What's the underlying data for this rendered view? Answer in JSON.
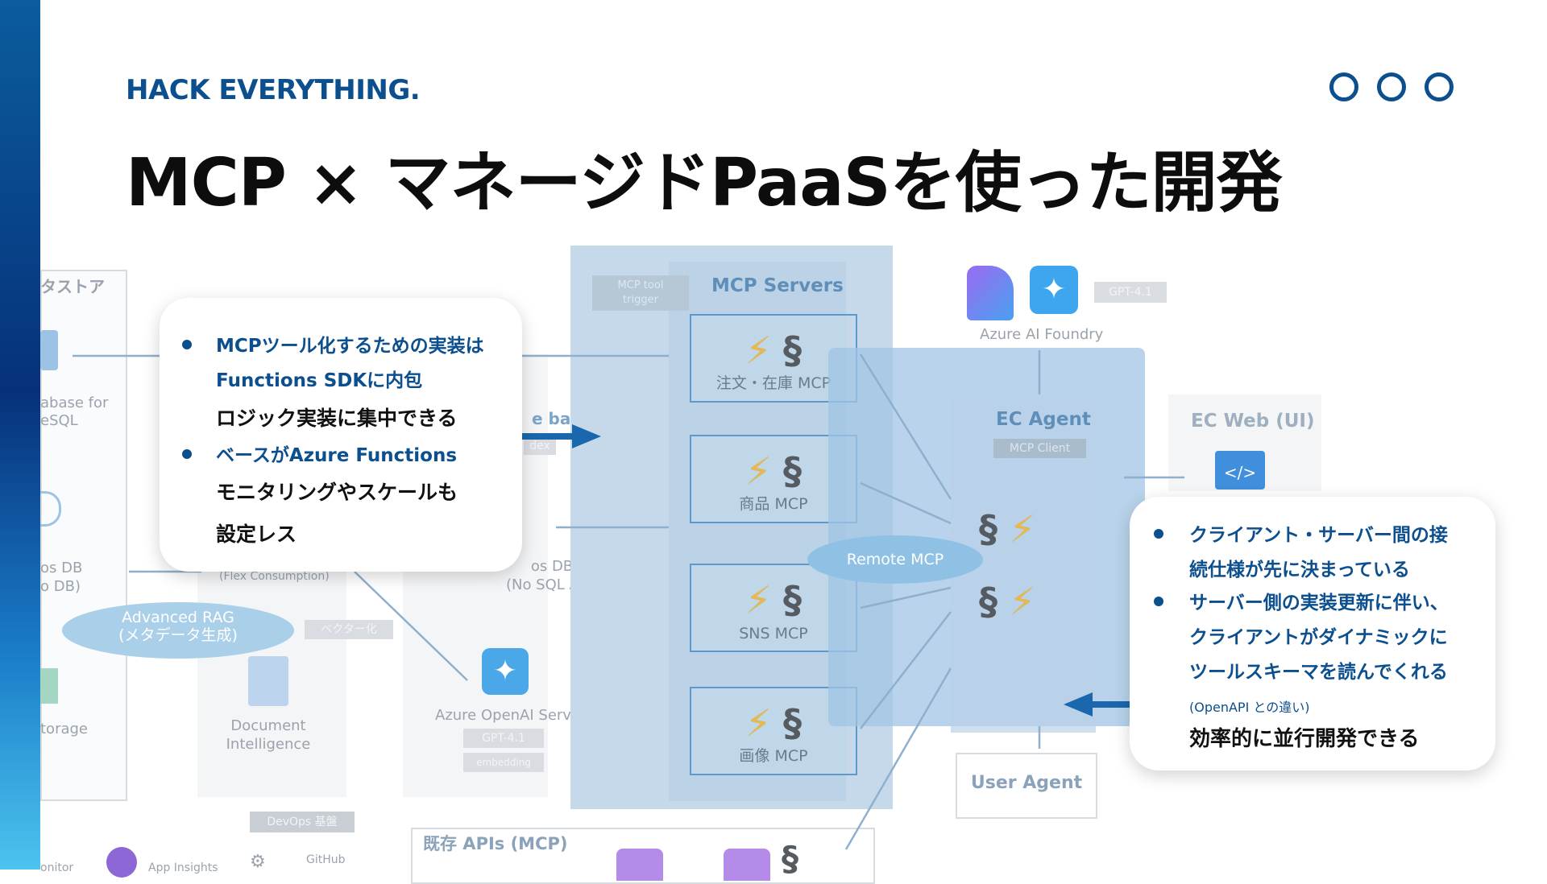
{
  "header": {
    "brand": "HACK EVERYTHING.",
    "title": "MCP × マネージドPaaSを使った開発"
  },
  "colors": {
    "brand": "#0b4f8e",
    "accent_blue": "#1a67ad",
    "panel_blue": "#c6d9ea"
  },
  "diagram": {
    "left_store_label": "タストア",
    "db_label_1": "abase for",
    "db_label_2": "eSQL",
    "cosmos_label_1": "os DB",
    "cosmos_label_2": "o DB)",
    "flex_label": "(Flex Consumption)",
    "rag_label_1": "Advanced RAG",
    "rag_label_2": "(メタデータ生成)",
    "vector_chip": "ベクター化",
    "storage_label": "torage",
    "doc_intel_1": "Document",
    "doc_intel_2": "Intelligence",
    "kb_label": "e base",
    "index_chip": "dex",
    "cosmos2_1": "os DB",
    "cosmos2_2": "(No SQL API)",
    "openai_label": "Azure OpenAI Service",
    "gpt_chip": "GPT-4.1",
    "embed_chip": "embedding",
    "mcp_tool_trigger_1": "MCP tool",
    "mcp_tool_trigger_2": "trigger",
    "mcp_servers_title": "MCP Servers",
    "servers": [
      "注文・在庫 MCP",
      "商品 MCP",
      "SNS MCP",
      "画像 MCP"
    ],
    "remote_mcp": "Remote MCP",
    "foundry_label": "Azure AI Foundry",
    "foundry_gpt": "GPT-4.1",
    "ec_agent": "EC Agent",
    "mcp_client": "MCP Client",
    "ec_web": "EC Web (UI)",
    "user_agent": "User Agent",
    "devops_chip": "DevOps 基盤",
    "monitor": "onitor",
    "app_insights": "App Insights",
    "github": "GitHub",
    "existing_apis": "既存 APIs (MCP)"
  },
  "left_card": {
    "b1_line1": "MCPツール化するための実装は",
    "b1_line2": "Functions SDKに内包",
    "b1_line3": "ロジック実装に集中できる",
    "b2_line1": "ベースがAzure Functions",
    "b2_line2": "モニタリングやスケールも",
    "b2_line3": "設定レス"
  },
  "right_card": {
    "b1_line1": "クライアント・サーバー間の接",
    "b1_line2": "続仕様が先に決まっている",
    "b2_line1": "サーバー側の実装更新に伴い、",
    "b2_line2": "クライアントがダイナミックに",
    "b2_line3": "ツールスキーマを読んでくれる",
    "note": "(OpenAPI との違い)",
    "conclusion": "効率的に並行開発できる"
  }
}
